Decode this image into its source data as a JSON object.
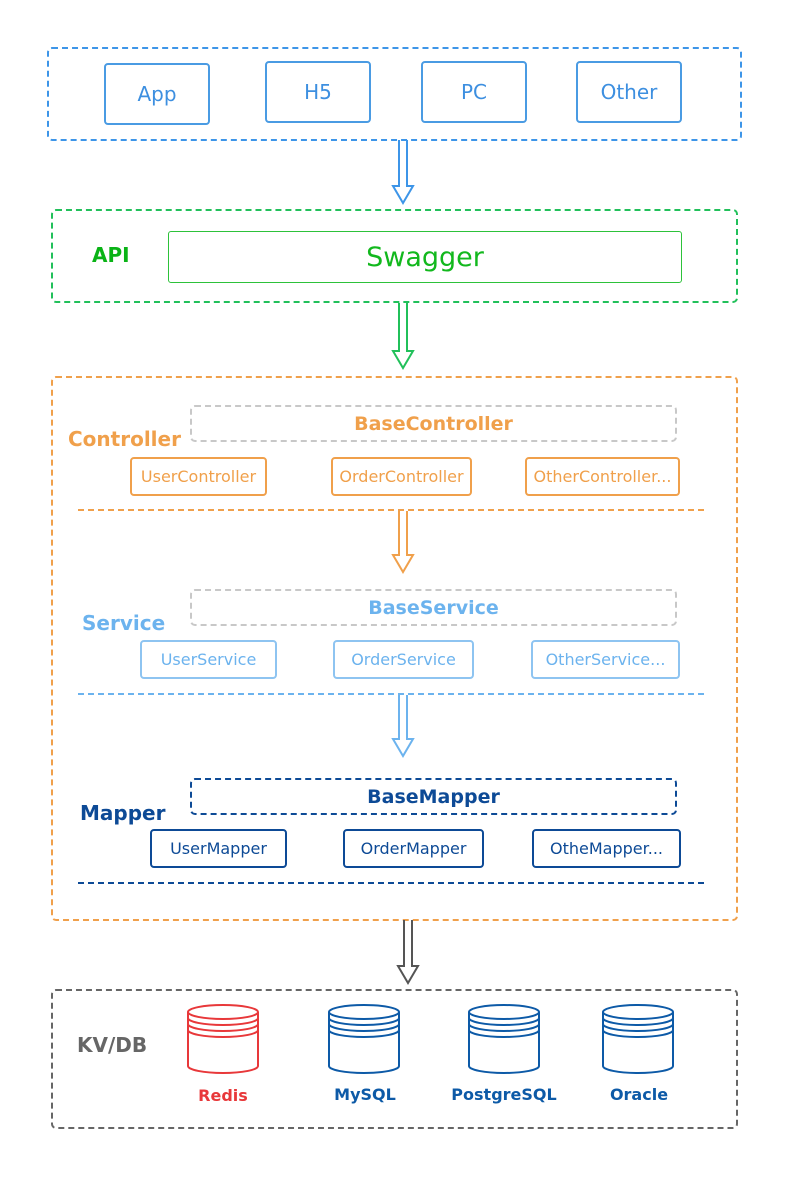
{
  "clients": [
    "App",
    "H5",
    "PC",
    "Other"
  ],
  "api": {
    "label": "API",
    "gateway": "Swagger"
  },
  "controller": {
    "label": "Controller",
    "base": "BaseController",
    "items": [
      "UserController",
      "OrderController",
      "OtherController..."
    ]
  },
  "service": {
    "label": "Service",
    "base": "BaseService",
    "items": [
      "UserService",
      "OrderService",
      "OtherService..."
    ]
  },
  "mapper": {
    "label": "Mapper",
    "base": "BaseMapper",
    "items": [
      "UserMapper",
      "OrderMapper",
      "OtheMapper..."
    ]
  },
  "storage": {
    "label": "KV/DB",
    "items": [
      "Redis",
      "MySQL",
      "PostgreSQL",
      "Oracle"
    ]
  },
  "colors": {
    "client": "#3d95e8",
    "api": "#21c05a",
    "controller": "#f0a04b",
    "service": "#6cb3ee",
    "mapper": "#0d4a96",
    "storage": "#666666",
    "redis": "#e8383a"
  }
}
